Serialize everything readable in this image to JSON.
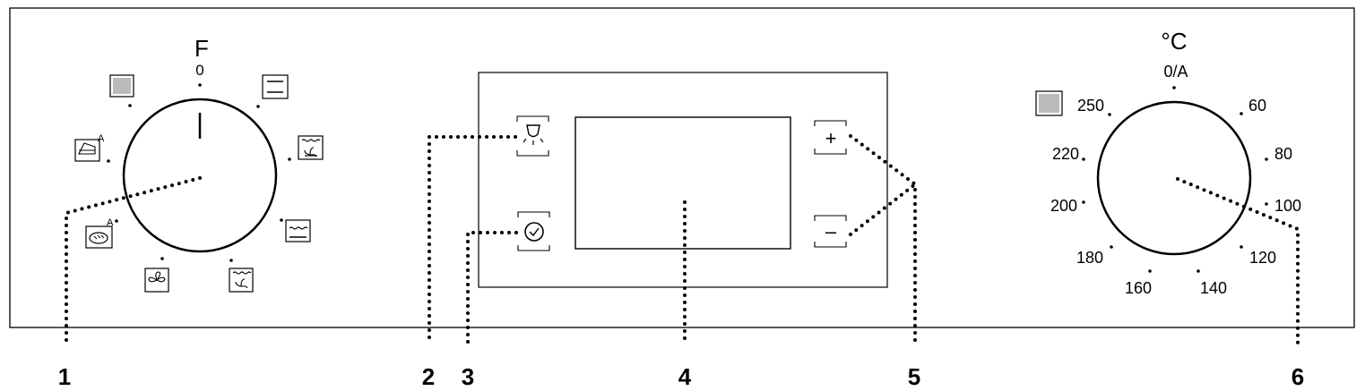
{
  "function_knob": {
    "symbol": "F",
    "off_label": "0",
    "icons": [
      "grill-icon",
      "top-heat-icon",
      "fan-grill-icon",
      "bottom-heat-icon",
      "fan-bottom-heat-icon",
      "fan-icon",
      "bread-auto-icon",
      "cake-auto-icon"
    ],
    "auto_badge": "A"
  },
  "control_panel": {
    "light_button_icon": "lamp-icon",
    "clock_button_icon": "clock-icon",
    "plus_label": "+",
    "minus_label": "–"
  },
  "temperature_knob": {
    "unit": "°C",
    "off_label": "0/A",
    "scale": [
      "60",
      "80",
      "100",
      "120",
      "140",
      "160",
      "180",
      "200",
      "220",
      "250"
    ],
    "grill_icon": "grill-icon"
  },
  "callouts": [
    "1",
    "2",
    "3",
    "4",
    "5",
    "6"
  ]
}
